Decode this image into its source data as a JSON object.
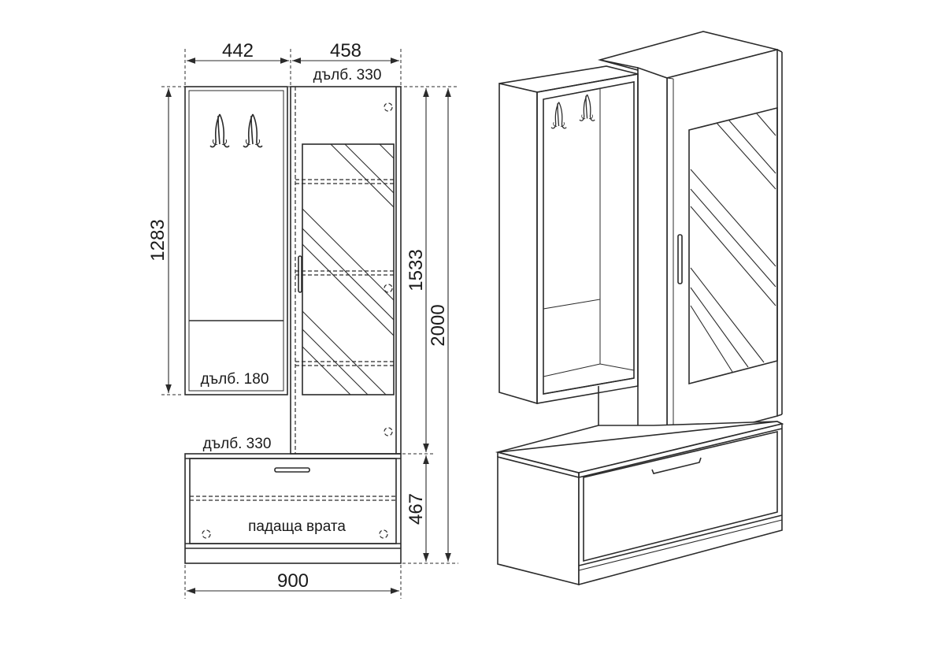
{
  "front_view": {
    "dimensions": {
      "left_width": "442",
      "right_width": "458",
      "total_width": "900",
      "upper_height": "1283",
      "cabinet_height": "1533",
      "total_height": "2000",
      "bench_height": "467"
    },
    "notes": {
      "wardrobe_depth": "дълб. 330",
      "hanger_depth": "дълб. 180",
      "bench_depth": "дълб. 330",
      "drop_door": "падаща врата"
    }
  },
  "icons": [
    "coat-hook-icon",
    "handle-icon",
    "hinge-icon"
  ]
}
